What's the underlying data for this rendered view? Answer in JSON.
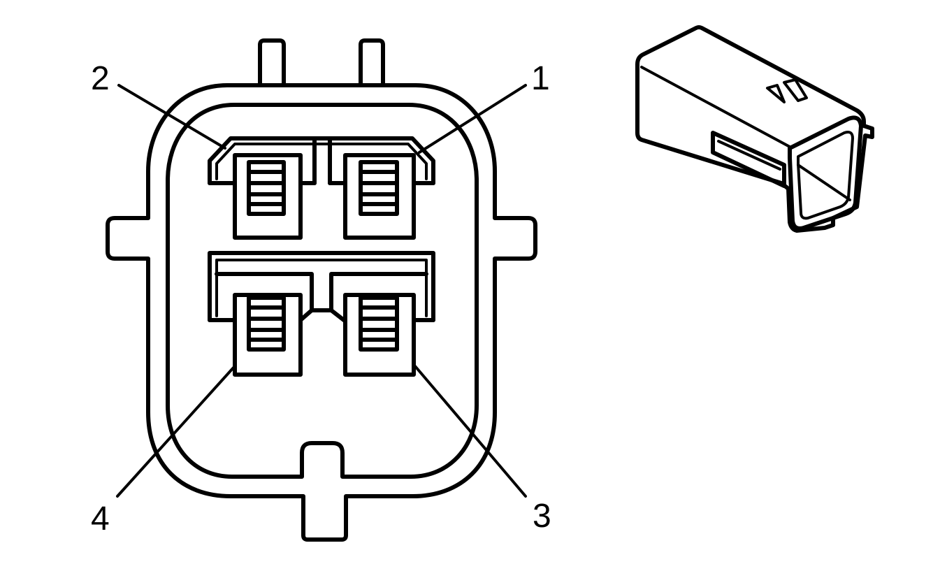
{
  "labels": {
    "pin1": "1",
    "pin2": "2",
    "pin3": "3",
    "pin4": "4"
  },
  "colors": {
    "line": "#000000",
    "background": "#ffffff"
  }
}
